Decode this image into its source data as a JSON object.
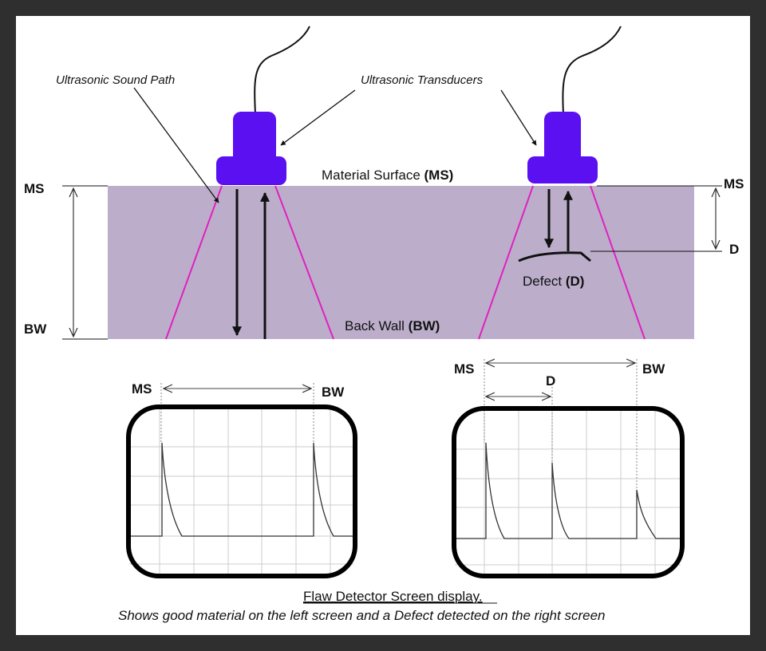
{
  "labels": {
    "sound_path": "Ultrasonic Sound Path",
    "transducers": "Ultrasonic Transducers",
    "material_surface": "Material Surface ",
    "material_surface_abbr": "(MS)",
    "back_wall": "Back Wall ",
    "back_wall_abbr": "(BW)",
    "defect": "Defect ",
    "defect_abbr": "(D)",
    "ms": "MS",
    "bw": "BW",
    "d": "D"
  },
  "screens": {
    "left_ms": "MS",
    "left_bw": "BW",
    "right_ms": "MS",
    "right_bw": "BW",
    "right_d": "D"
  },
  "caption": {
    "title": "Flaw Detector Screen display.",
    "subtitle": "Shows good material on the left screen and a Defect detected on the right screen"
  },
  "colors": {
    "material": "#bcaecb",
    "transducer": "#5a10f0",
    "beam": "#e020c0"
  }
}
